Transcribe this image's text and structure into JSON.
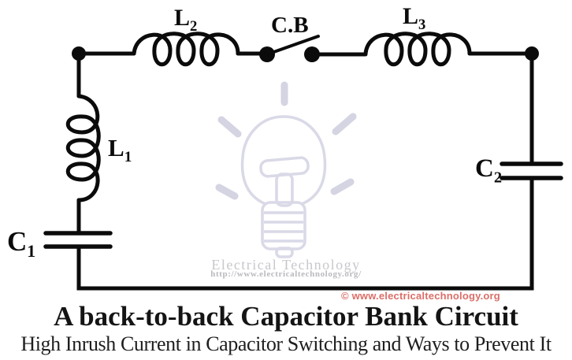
{
  "circuit": {
    "labels": {
      "l1": {
        "base": "L",
        "sub": "1"
      },
      "l2": {
        "base": "L",
        "sub": "2"
      },
      "l3": {
        "base": "L",
        "sub": "3"
      },
      "c1": {
        "base": "C",
        "sub": "1"
      },
      "c2": {
        "base": "C",
        "sub": "2"
      },
      "cb": "C.B"
    },
    "components": [
      "inductor-L1",
      "inductor-L2",
      "inductor-L3",
      "capacitor-C1",
      "capacitor-C2",
      "circuit-breaker-CB-open-switch"
    ],
    "colors": {
      "wire": "#0b0b0b",
      "background": "#ffffff"
    }
  },
  "watermark": {
    "icon": "light-bulb-icon",
    "brand": "Electrical Technology",
    "url": "http://www.electricaltechnology.org/",
    "outline_color": "#d9d9e7",
    "text_color": "#c7c7cd"
  },
  "caption": {
    "copyright": "© www.electricaltechnology.org",
    "copyright_color": "#dc6e68",
    "title": "A back-to-back Capacitor Bank Circuit",
    "subtitle": "High Inrush Current in Capacitor Switching and Ways to Prevent It"
  }
}
